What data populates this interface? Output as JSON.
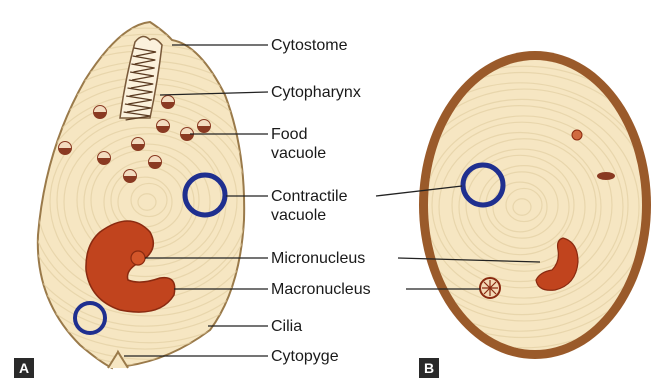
{
  "panels": {
    "a": "A",
    "b": "B"
  },
  "labels": {
    "cytostome": "Cytostome",
    "cytopharynx": "Cytopharynx",
    "food_vacuole": "Food\nvacuole",
    "contractile_vacuole": "Contractile\nvacuole",
    "micronucleus": "Micronucleus",
    "macronucleus": "Macronucleus",
    "cilia": "Cilia",
    "cytopyge": "Cytopyge"
  },
  "colors": {
    "cytoplasm": "#f6e6c2",
    "cytoplasm_swirl": "#e3cfa3",
    "cell_outline": "#9a7a4a",
    "cyst_wall": "#9a5a2a",
    "nucleus": "#c1441e",
    "vacuole_ring": "#1f2f8f",
    "food_vacuole": "#8a3a22",
    "leader_line": "#222222",
    "panel_tag_bg": "#2a2a2a"
  },
  "icons": {
    "cytopharynx": "sawtooth-gullet",
    "food_vacuole": "half-filled-circle",
    "contractile_vacuole": "blue-ring",
    "nucleus": "kidney-shape",
    "cilia": "short-spikes"
  }
}
